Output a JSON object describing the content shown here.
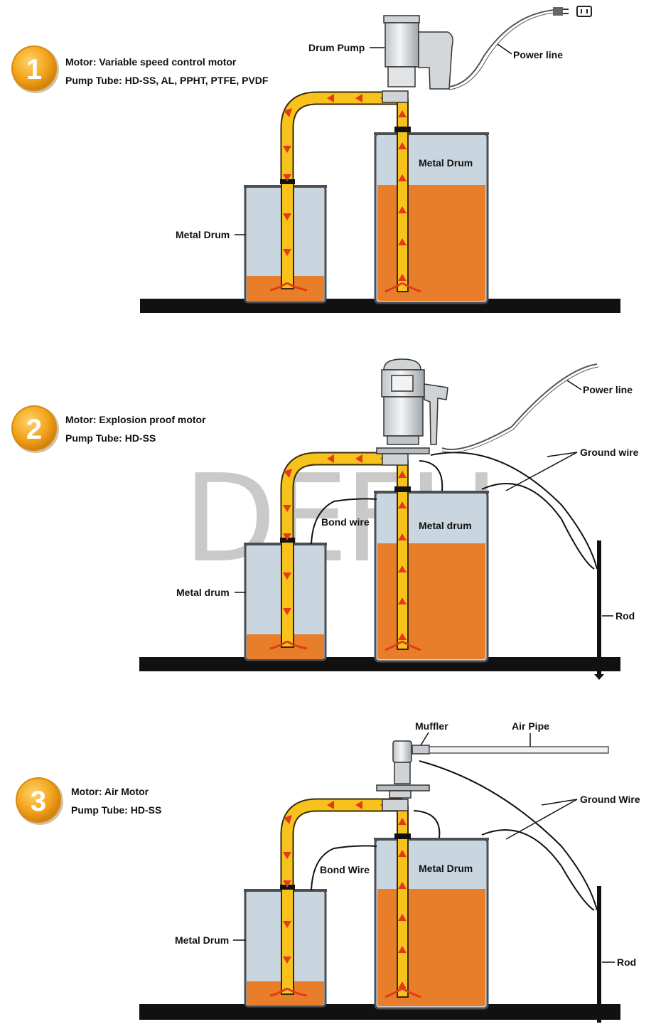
{
  "watermark": "DEFU",
  "colors": {
    "liquid": "#e87d2a",
    "drum_body": "#c9d6e0",
    "tube": "#f7c21c",
    "arrow": "#e23a1b",
    "badge": "#f2a21a",
    "ground": "#111111"
  },
  "panels": [
    {
      "number": "1",
      "motor_text": "Motor: Variable speed control motor",
      "tube_text": "Pump Tube: HD-SS, AL, PPHT, PTFE, PVDF",
      "pump_label": "Drum Pump",
      "power_label": "Power line",
      "left_drum_label": "Metal Drum",
      "right_drum_label": "Metal Drum"
    },
    {
      "number": "2",
      "motor_text": "Motor: Explosion proof motor",
      "tube_text": "Pump Tube: HD-SS",
      "power_label": "Power line",
      "ground_label": "Ground wire",
      "bond_label": "Bond wire",
      "left_drum_label": "Metal drum",
      "right_drum_label": "Metal drum",
      "rod_label": "Rod"
    },
    {
      "number": "3",
      "motor_text": "Motor: Air Motor",
      "tube_text": "Pump Tube: HD-SS",
      "muffler_label": "Muffler",
      "air_pipe_label": "Air Pipe",
      "ground_label": "Ground Wire",
      "bond_label": "Bond Wire",
      "left_drum_label": "Metal Drum",
      "right_drum_label": "Metal Drum",
      "rod_label": "Rod"
    }
  ]
}
